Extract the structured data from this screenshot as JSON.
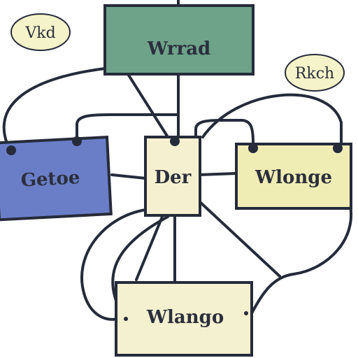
{
  "nodes": {
    "top": {
      "label": "Wrrad",
      "fill": "#6ea38a"
    },
    "left": {
      "label": "Getoe",
      "fill": "#6a7ec8"
    },
    "center": {
      "label": "Der",
      "fill": "#f5f1d0"
    },
    "right": {
      "label": "Wlonge",
      "fill": "#efedb4"
    },
    "bottom": {
      "label": "Wlango",
      "fill": "#f3f1cf"
    }
  },
  "bubbles": {
    "top_left": {
      "label": "Vkd",
      "fill": "#f5f3c9"
    },
    "top_right": {
      "label": "Rkch",
      "fill": "#f5f3c9"
    }
  },
  "colors": {
    "stroke": "#262b3a",
    "background": "#ffffff"
  }
}
